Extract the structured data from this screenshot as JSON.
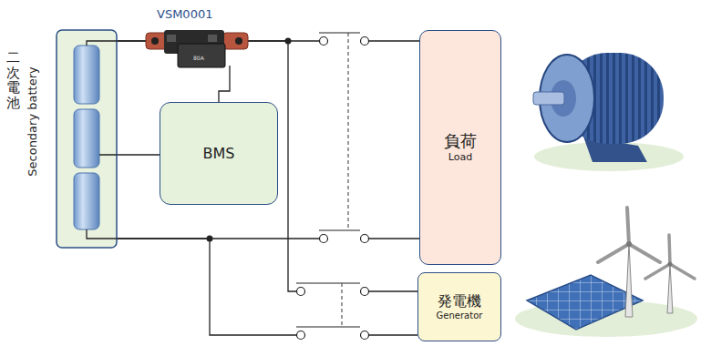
{
  "diagram": {
    "nodes": [
      {
        "text": [
          "二次電池",
          "Secondary battery"
        ]
      },
      {
        "text": [
          "BMS"
        ]
      },
      {
        "text": [
          "負荷",
          "Load"
        ]
      },
      {
        "text": [
          "発電機",
          "Generator"
        ]
      }
    ],
    "edges": [
      {
        "from": 0,
        "to": 1,
        "arrow": "none"
      },
      {
        "from": 0,
        "to": 2,
        "arrow": "none"
      },
      {
        "from": 0,
        "to": 2,
        "arrow": "none"
      },
      {
        "from": 0,
        "to": 3,
        "arrow": "none"
      },
      {
        "from": 0,
        "to": 3,
        "arrow": "none"
      }
    ],
    "labels": [
      "VSM0001",
      "80A"
    ]
  }
}
